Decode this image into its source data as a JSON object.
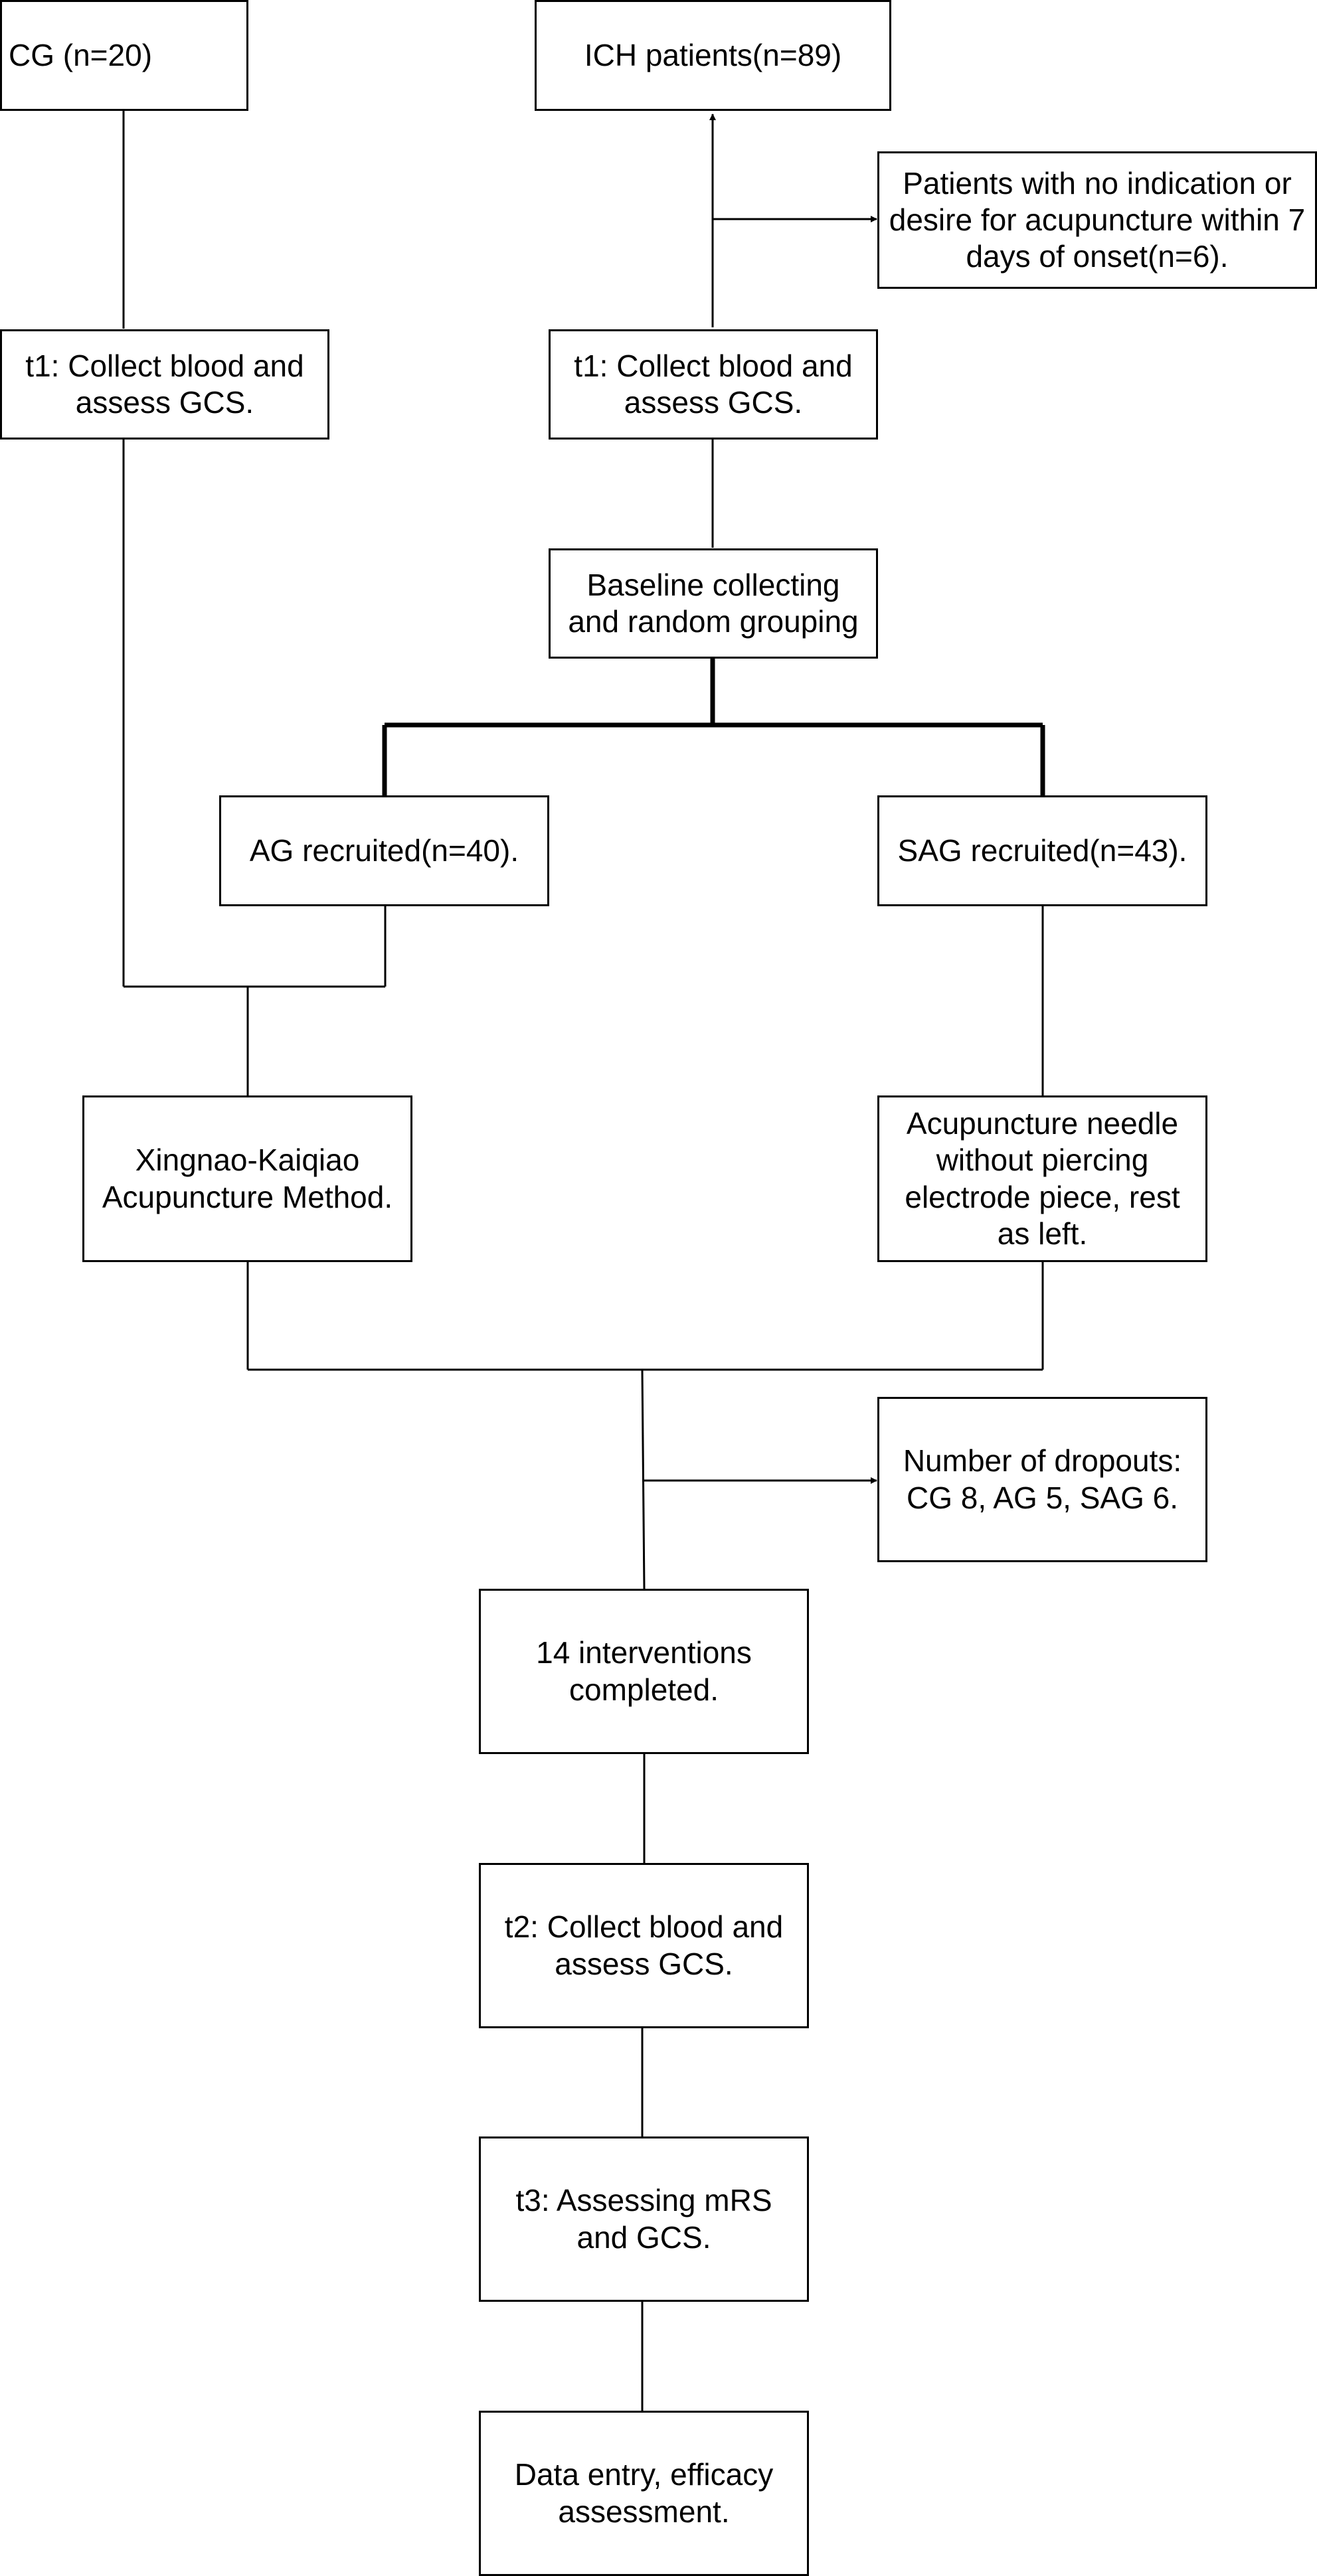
{
  "diagram": {
    "cg": "CG  (n=20)",
    "ich": "ICH patients(n=89)",
    "excluded": "Patients with no indication or desire for acupuncture within 7 days of onset(n=6).",
    "t1_left": "t1: Collect blood and assess GCS.",
    "t1_right": "t1: Collect blood and assess GCS.",
    "baseline": "Baseline collecting and random grouping",
    "ag": "AG recruited(n=40).",
    "sag": "SAG recruited(n=43).",
    "xingnao": "Xingnao-Kaiqiao Acupuncture Method.",
    "sham": "Acupuncture needle without piercing electrode piece, rest as left.",
    "dropouts": "Number of dropouts: CG 8, AG 5, SAG 6.",
    "interventions": "14 interventions completed.",
    "t2": "t2: Collect blood and assess GCS.",
    "t3": "t3: Assessing mRS and GCS.",
    "data_entry": "Data entry, efficacy assessment."
  }
}
